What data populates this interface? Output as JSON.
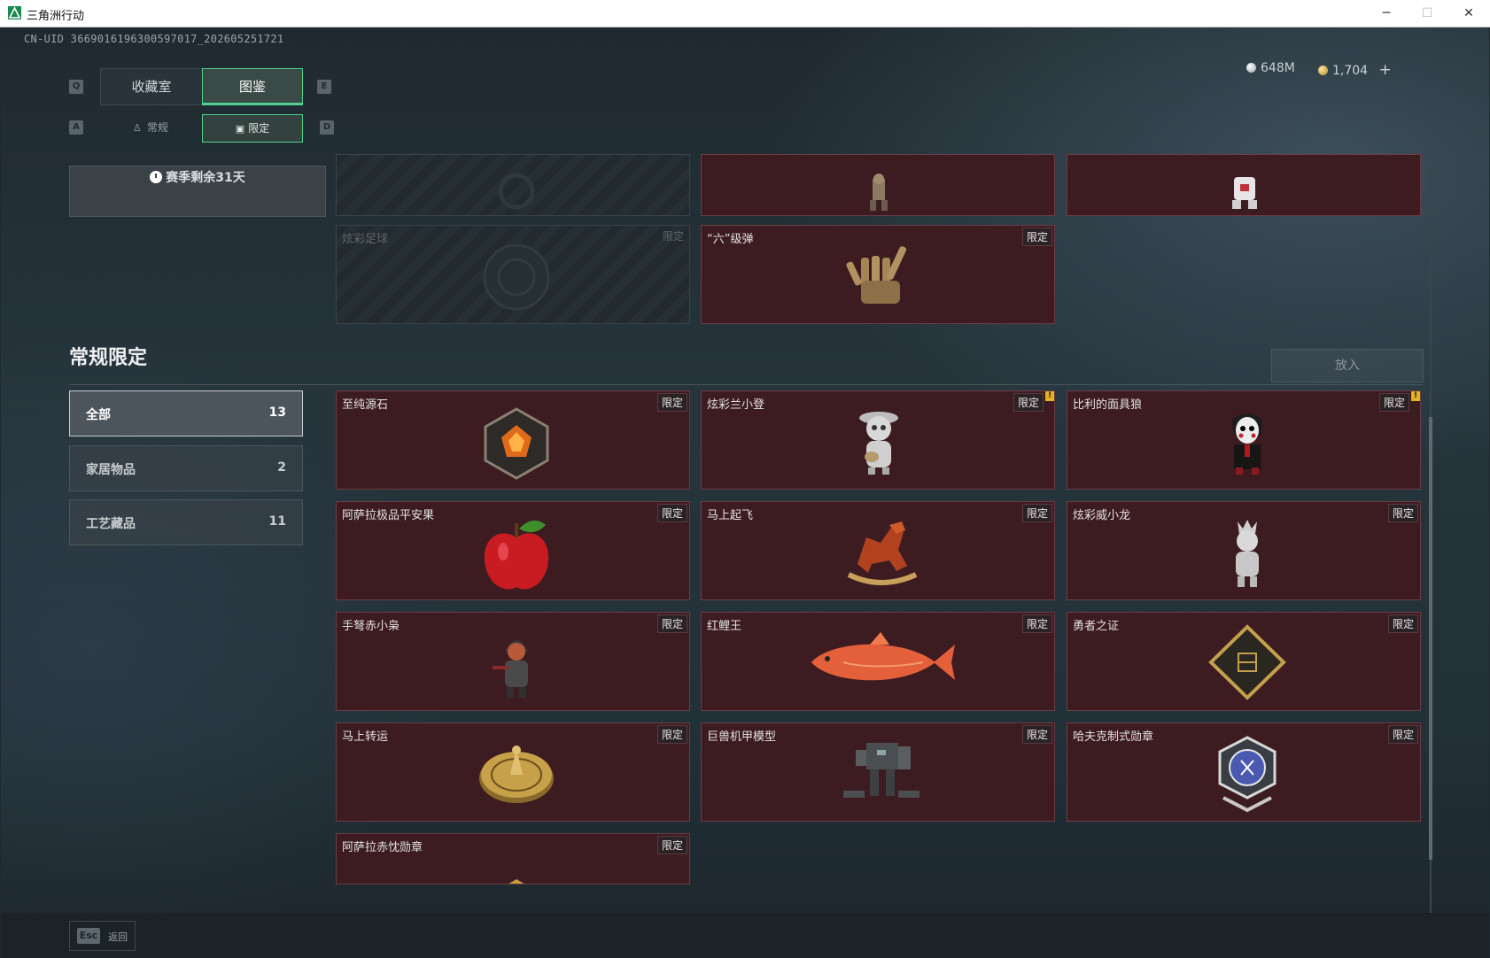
{
  "window": {
    "title": "三角洲行动",
    "minimize": "─",
    "maximize": "☐",
    "close": "✕"
  },
  "header": {
    "uid": "CN-UID 3669016196300597017_202605251721",
    "currency_silver": "648M",
    "currency_coin": "1,704",
    "add_label": "+"
  },
  "keyhints": {
    "prev_tab": "Q",
    "next_tab": "E",
    "prev_sub": "A",
    "next_sub": "D"
  },
  "tabs": [
    {
      "label": "收藏室",
      "active": false
    },
    {
      "label": "图鉴",
      "active": true
    }
  ],
  "subtabs": [
    {
      "label": "常规",
      "active": false
    },
    {
      "label": "限定",
      "active": true
    }
  ],
  "season": {
    "label": "赛季剩余31天"
  },
  "top_cards": [
    {
      "name": "",
      "tag": "",
      "locked": true,
      "icon": "mystery-ring"
    },
    {
      "name": "",
      "tag": "",
      "locked": false,
      "icon": "soldier-figure"
    },
    {
      "name": "",
      "tag": "",
      "locked": false,
      "icon": "robot-figure"
    },
    {
      "name": "炫彩足球",
      "tag": "限定",
      "locked": true,
      "icon": "football"
    },
    {
      "name": "“六”级弹",
      "tag": "限定",
      "locked": false,
      "icon": "six-gesture-hand"
    }
  ],
  "section": {
    "title": "常规限定",
    "place_button": "放入"
  },
  "filters": [
    {
      "label": "全部",
      "count": "13",
      "active": true
    },
    {
      "label": "家居物品",
      "count": "2",
      "active": false
    },
    {
      "label": "工艺藏品",
      "count": "11",
      "active": false
    }
  ],
  "cards": [
    {
      "name": "至纯源石",
      "tag": "限定",
      "alert": false,
      "icon": "source-crystal"
    },
    {
      "name": "炫彩兰小登",
      "tag": "限定",
      "alert": true,
      "icon": "mariachi-doll"
    },
    {
      "name": "比利的面具狼",
      "tag": "限定",
      "alert": true,
      "icon": "billy-puppet"
    },
    {
      "name": "阿萨拉极品平安果",
      "tag": "限定",
      "alert": false,
      "icon": "apple"
    },
    {
      "name": "马上起飞",
      "tag": "限定",
      "alert": false,
      "icon": "rocking-horse"
    },
    {
      "name": "炫彩威小龙",
      "tag": "限定",
      "alert": false,
      "icon": "dragon-figure"
    },
    {
      "name": "手弩赤小枭",
      "tag": "限定",
      "alert": false,
      "icon": "hooded-figure"
    },
    {
      "name": "红鲤王",
      "tag": "限定",
      "alert": false,
      "icon": "red-carp"
    },
    {
      "name": "勇者之证",
      "tag": "限定",
      "alert": false,
      "icon": "brave-card"
    },
    {
      "name": "马上转运",
      "tag": "限定",
      "alert": false,
      "icon": "golden-wheel"
    },
    {
      "name": "巨兽机甲模型",
      "tag": "限定",
      "alert": false,
      "icon": "mech-model"
    },
    {
      "name": "哈夫克制式勋章",
      "tag": "限定",
      "alert": false,
      "icon": "haavk-medal"
    },
    {
      "name": "阿萨拉赤忱勋章",
      "tag": "限定",
      "alert": false,
      "icon": "asala-medal"
    }
  ],
  "alert_mark": "!",
  "footer": {
    "esc_key": "Esc",
    "back_label": "返回"
  },
  "colors": {
    "accent": "#4fd08e",
    "card_bg": "#3d1c21",
    "card_border": "#6b3d44",
    "alert": "#e4b321"
  }
}
